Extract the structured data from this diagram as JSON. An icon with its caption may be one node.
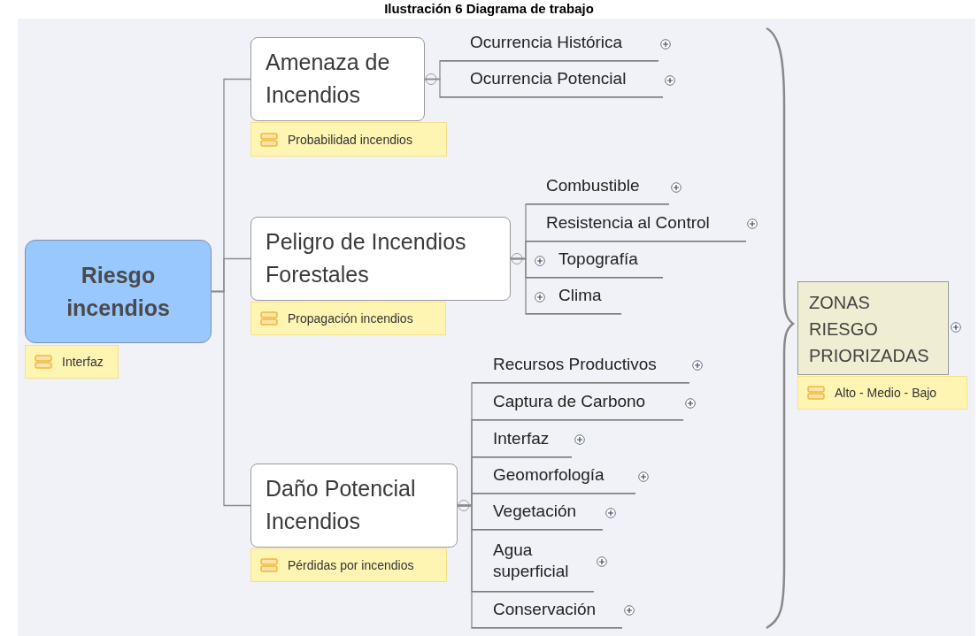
{
  "diagram": {
    "title": "Ilustración 6 Diagrama de trabajo",
    "nodes": [
      {
        "text": [
          "Riesgo incendios"
        ],
        "beside": [
          "Interfaz"
        ]
      },
      {
        "text": [
          "Amenaza de Incendios"
        ],
        "beside": [
          "Probabilidad incendios"
        ]
      },
      {
        "text": [
          "Ocurrencia Histórica"
        ]
      },
      {
        "text": [
          "Ocurrencia Potencial"
        ]
      },
      {
        "text": [
          "Peligro de Incendios Forestales"
        ],
        "beside": [
          "Propagación incendios"
        ]
      },
      {
        "text": [
          "Combustible"
        ]
      },
      {
        "text": [
          "Resistencia al Control"
        ]
      },
      {
        "text": [
          "Topografía"
        ]
      },
      {
        "text": [
          "Clima"
        ]
      },
      {
        "text": [
          "Daño Potencial Incendios"
        ],
        "beside": [
          "Pérdidas por incendios"
        ]
      },
      {
        "text": [
          "Recursos Productivos"
        ]
      },
      {
        "text": [
          "Captura de Carbono"
        ]
      },
      {
        "text": [
          "Interfaz"
        ]
      },
      {
        "text": [
          "Geomorfología"
        ]
      },
      {
        "text": [
          "Vegetación"
        ]
      },
      {
        "text": [
          "Agua superficial"
        ]
      },
      {
        "text": [
          "Conservación"
        ]
      },
      {
        "text": [
          "ZONAS RIESGO PRIORIZADAS"
        ],
        "beside": [
          "Alto - Medio - Bajo"
        ]
      }
    ],
    "edges": [
      {
        "from": 0,
        "to": 1,
        "arrow": "none"
      },
      {
        "from": 0,
        "to": 4,
        "arrow": "none"
      },
      {
        "from": 0,
        "to": 9,
        "arrow": "none"
      },
      {
        "from": 1,
        "to": 2,
        "arrow": "none"
      },
      {
        "from": 1,
        "to": 3,
        "arrow": "none"
      },
      {
        "from": 4,
        "to": 5,
        "arrow": "none"
      },
      {
        "from": 4,
        "to": 6,
        "arrow": "none"
      },
      {
        "from": 4,
        "to": 7,
        "arrow": "none"
      },
      {
        "from": 4,
        "to": 8,
        "arrow": "none"
      },
      {
        "from": 9,
        "to": 10,
        "arrow": "none"
      },
      {
        "from": 9,
        "to": 11,
        "arrow": "none"
      },
      {
        "from": 9,
        "to": 12,
        "arrow": "none"
      },
      {
        "from": 9,
        "to": 13,
        "arrow": "none"
      },
      {
        "from": 9,
        "to": 14,
        "arrow": "none"
      },
      {
        "from": 9,
        "to": 15,
        "arrow": "none"
      },
      {
        "from": 9,
        "to": 16,
        "arrow": "none"
      }
    ]
  }
}
